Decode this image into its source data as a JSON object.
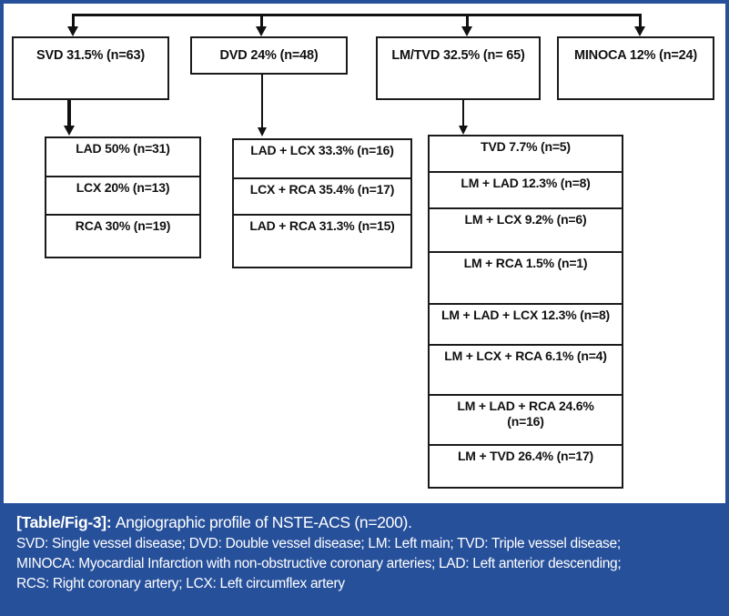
{
  "figure": {
    "accent_color": "#27509b",
    "line_color": "#111111",
    "box_border_color": "#1a1a1a"
  },
  "flow": {
    "top_nodes": [
      {
        "label": "SVD 31.5% (n=63)"
      },
      {
        "label": "DVD 24% (n=48)"
      },
      {
        "label": "LM/TVD 32.5% (n= 65)"
      },
      {
        "label": "MINOCA 12% (n=24)"
      }
    ],
    "groups": {
      "svd_children": [
        {
          "label": "LAD 50% (n=31)"
        },
        {
          "label": "LCX 20% (n=13)"
        },
        {
          "label": "RCA 30% (n=19)"
        }
      ],
      "dvd_children": [
        {
          "label": "LAD + LCX 33.3% (n=16)"
        },
        {
          "label": "LCX + RCA 35.4% (n=17)"
        },
        {
          "label": "LAD + RCA 31.3% (n=15)"
        }
      ],
      "lmtvd_children": [
        {
          "label": "TVD 7.7% (n=5)"
        },
        {
          "label": "LM + LAD 12.3% (n=8)"
        },
        {
          "label": "LM + LCX  9.2% (n=6)"
        },
        {
          "label": "LM + RCA 1.5% (n=1)"
        },
        {
          "label": "LM + LAD + LCX 12.3%  (n=8)"
        },
        {
          "label": "LM + LCX + RCA 6.1% (n=4)"
        },
        {
          "label": "LM + LAD + RCA 24.6%\n(n=16)"
        },
        {
          "label": "LM + TVD 26.4% (n=17)"
        }
      ]
    }
  },
  "caption": {
    "tag": "[Table/Fig-3]:",
    "title": "Angiographic profile of NSTE-ACS (n=200).",
    "abbreviations": [
      "SVD: Single vessel disease; DVD: Double vessel disease; LM: Left main; TVD: Triple vessel disease;",
      "MINOCA: Myocardial Infarction with non-obstructive coronary arteries; LAD: Left anterior descending;",
      "RCS: Right coronary artery; LCX: Left circumflex artery"
    ]
  }
}
